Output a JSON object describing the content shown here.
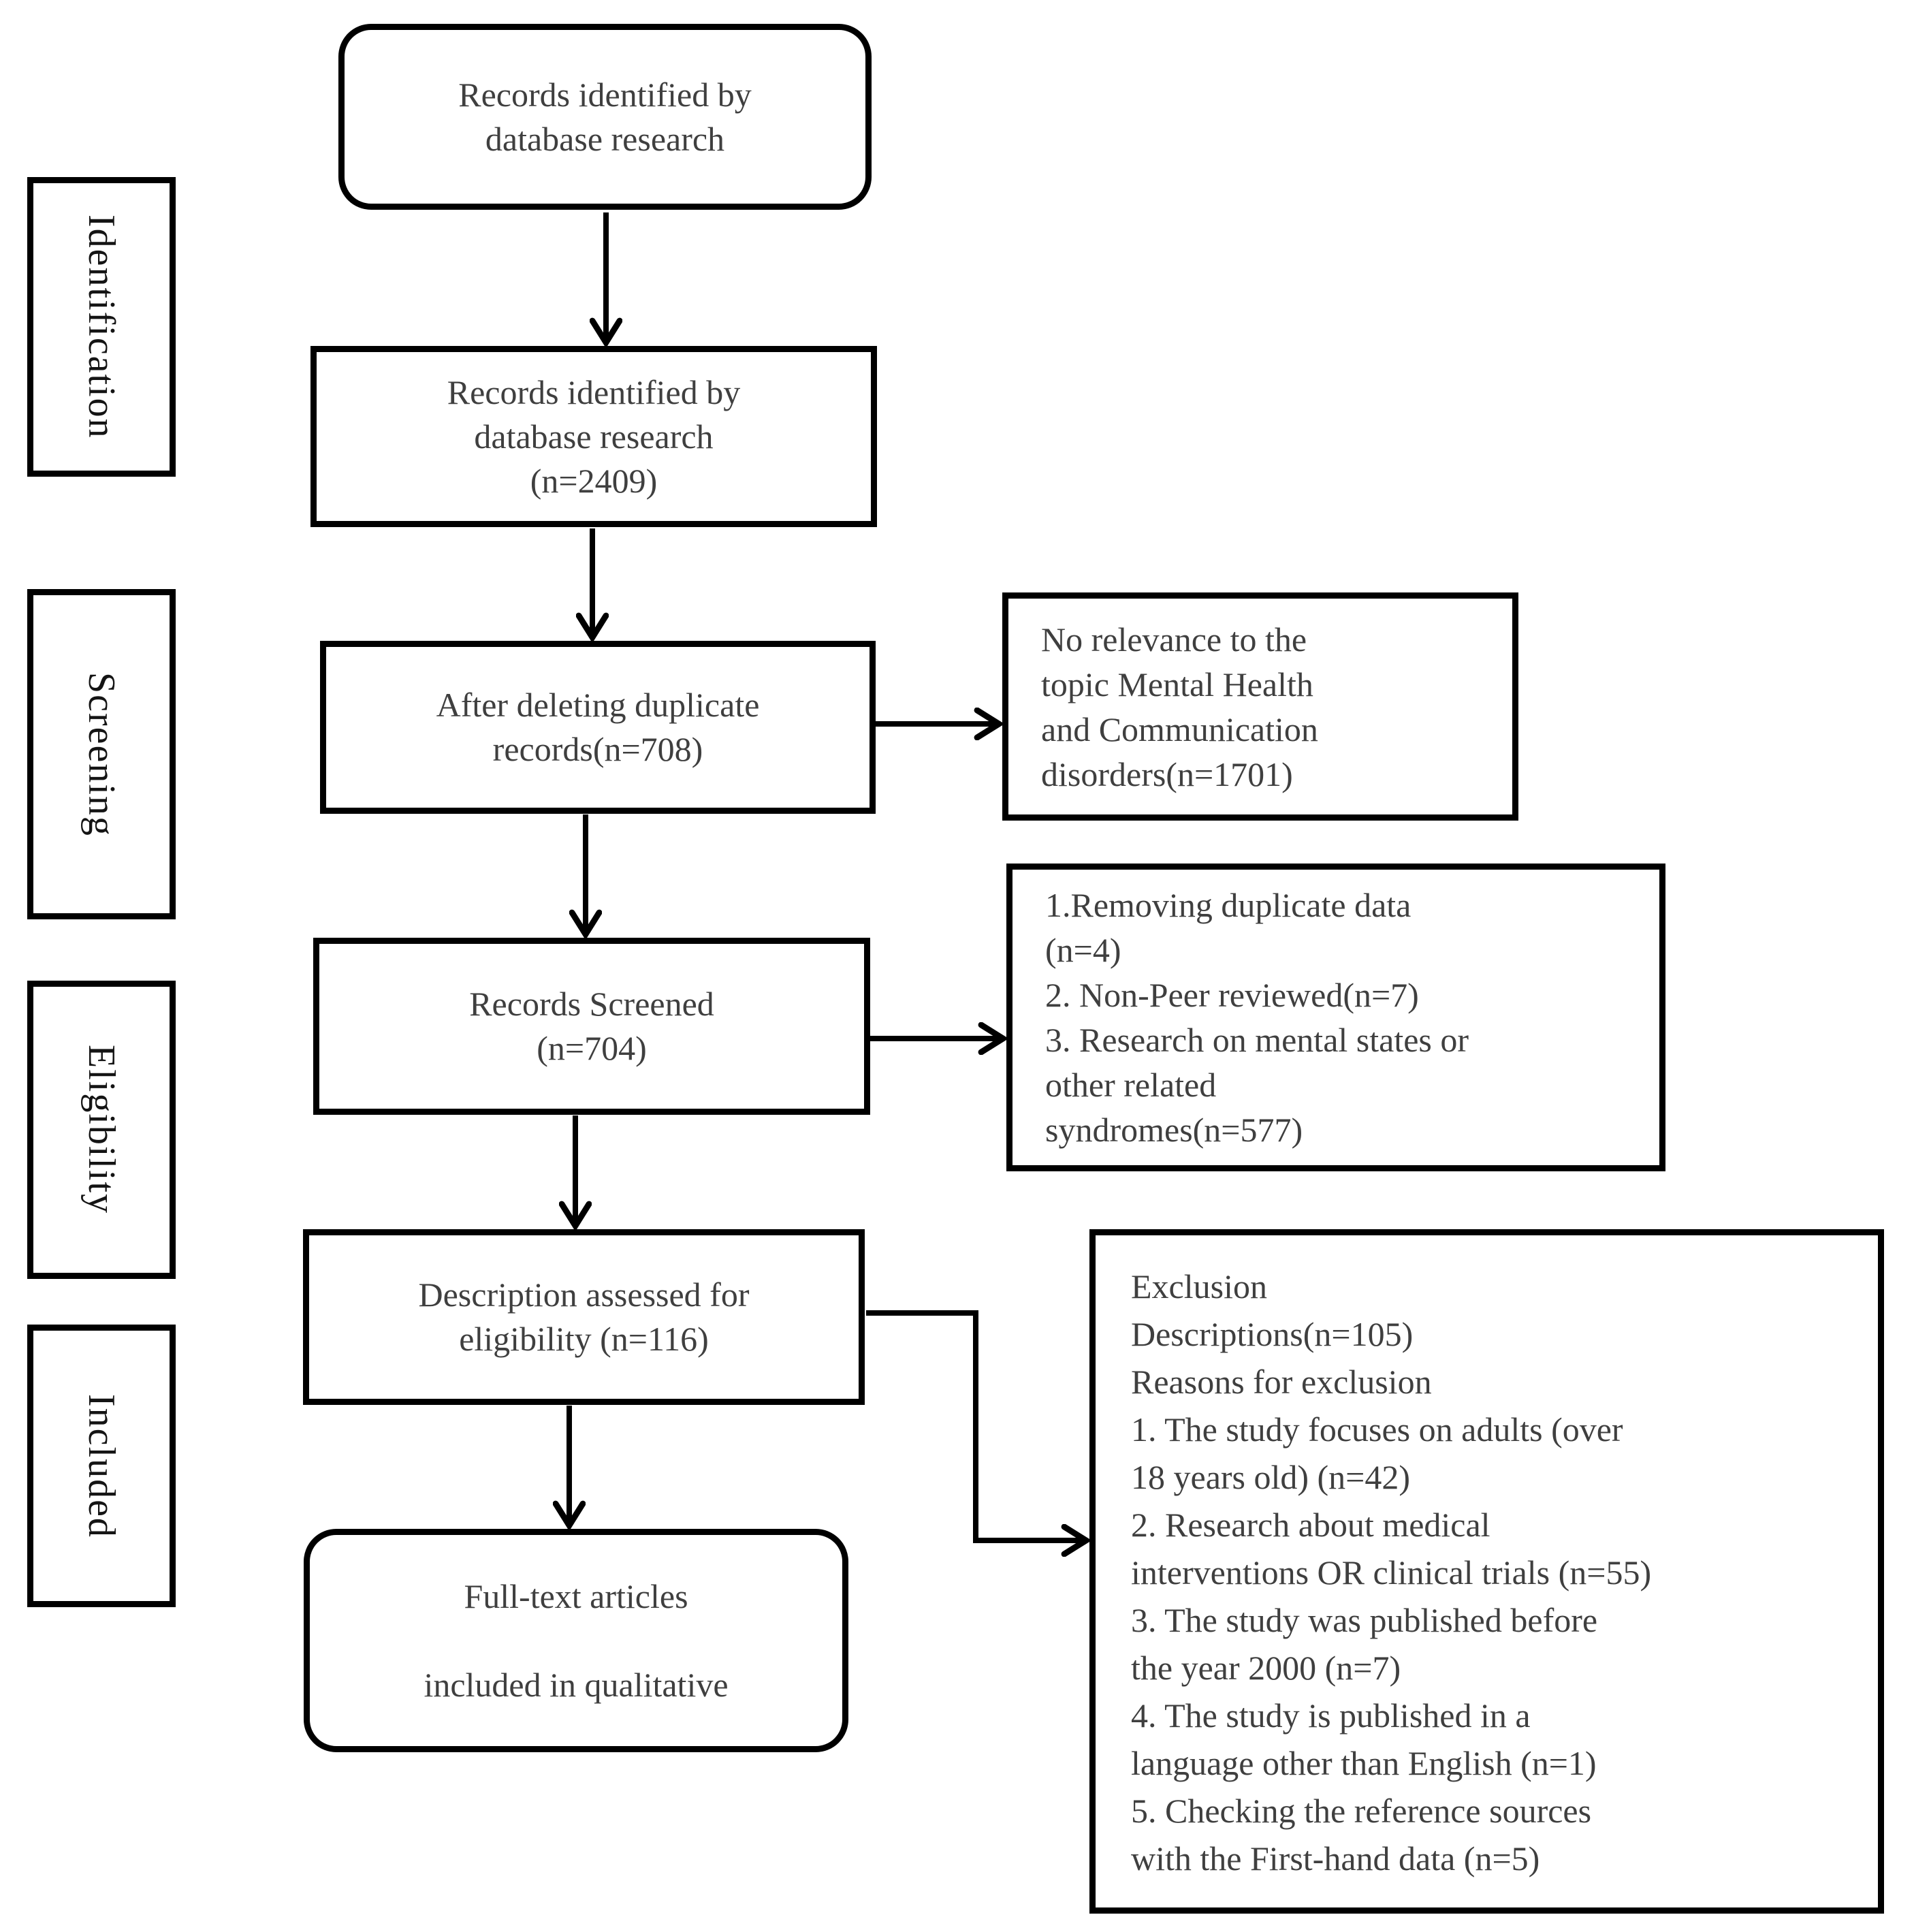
{
  "colors": {
    "background": "#ffffff",
    "border": "#000000",
    "text": "#3f3f3f",
    "stage_text": "#141414"
  },
  "stages": {
    "identification": {
      "label": "Identification"
    },
    "screening": {
      "label": "Screening"
    },
    "eligibility": {
      "label": "Eligibility"
    },
    "included": {
      "label": "Included"
    }
  },
  "flow": {
    "box1": {
      "lines": [
        "Records identified by",
        "database research"
      ]
    },
    "box2": {
      "lines": [
        "Records identified by",
        "database research",
        "(n=2409)"
      ]
    },
    "box3": {
      "lines": [
        "After deleting duplicate",
        "records(n=708)"
      ]
    },
    "box4": {
      "lines": [
        "Records Screened",
        "(n=704)"
      ]
    },
    "box5": {
      "lines": [
        "Description assessed for",
        "eligibility (n=116)"
      ]
    },
    "box6": {
      "lines": [
        "Full-text articles",
        "",
        "included in qualitative"
      ]
    }
  },
  "side": {
    "no_relevance": {
      "lines": [
        "No relevance to the",
        "topic Mental Health",
        "and Communication",
        "disorders(n=1701)"
      ]
    },
    "screening_exclusions": {
      "lines": [
        "1.Removing duplicate data",
        "(n=4)",
        "2. Non-Peer reviewed(n=7)",
        "3. Research on mental states or",
        "other related",
        "syndromes(n=577)"
      ]
    },
    "exclusion_reasons": {
      "lines": [
        "Exclusion",
        "Descriptions(n=105)",
        "Reasons for exclusion",
        "1. The study focuses on adults (over",
        "18 years old) (n=42)",
        "2. Research about medical",
        "interventions OR clinical trials (n=55)",
        "3. The study was published before",
        "the year 2000 (n=7)",
        "4. The study is published in a",
        "language other than English (n=1)",
        "5. Checking the reference sources",
        "with the First-hand data (n=5)"
      ]
    }
  }
}
